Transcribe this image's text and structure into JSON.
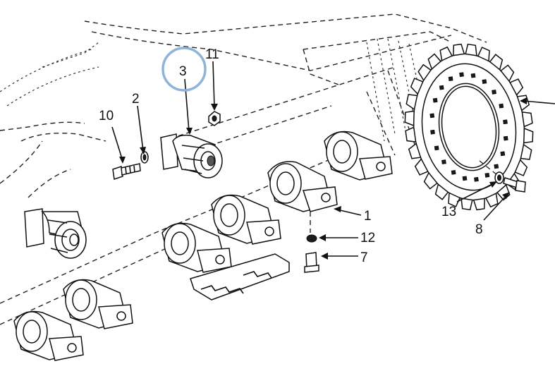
{
  "callouts": {
    "c1": "1",
    "c2": "2",
    "c3": "3",
    "c7": "7",
    "c8": "8",
    "c10": "10",
    "c11": "11",
    "c12": "12",
    "c13": "13"
  },
  "colors": {
    "highlight_circle": "#8fb3d9",
    "ink": "#111111",
    "background": "#ffffff"
  }
}
